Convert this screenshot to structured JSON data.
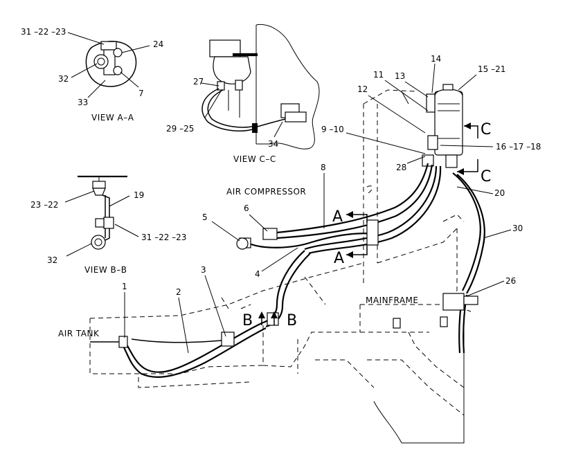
{
  "labels": {
    "view_aa": "VIEW A–A",
    "view_bb": "VIEW B–B",
    "view_cc": "VIEW C–C",
    "air_compressor": "AIR COMPRESSOR",
    "air_tank": "AIR TANK",
    "mainframe": "MAINFRAME"
  },
  "callouts": {
    "c31_22_23_top": "31 –22 –23",
    "c24": "24",
    "c32_top": "32",
    "c7": "7",
    "c33": "33",
    "c27": "27",
    "c29_25": "29 –25",
    "c34": "34",
    "c14": "14",
    "c15_21": "15 –21",
    "c11": "11",
    "c13": "13",
    "c12": "12",
    "c9_10": "9 –10",
    "c16_17_18": "16 –17 –18",
    "c28": "28",
    "c8": "8",
    "c20": "20",
    "c30": "30",
    "c23_22": "23 –22",
    "c19": "19",
    "c31_22_23_mid": "31 –22 –23",
    "c32_mid": "32",
    "c5": "5",
    "c6": "6",
    "c4": "4",
    "c3": "3",
    "c2": "2",
    "c1": "1",
    "c26": "26"
  },
  "section_markers": {
    "a_upper": "A",
    "a_lower": "A",
    "b_left": "B",
    "b_right": "B",
    "c_upper": "C",
    "c_lower": "C"
  }
}
